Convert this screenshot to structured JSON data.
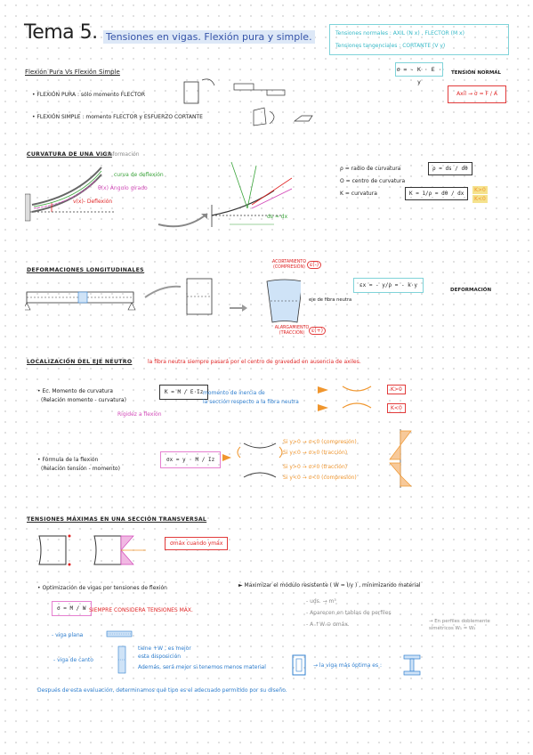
{
  "header": {
    "tema": "Tema 5.",
    "subtitle": "Tensiones en vigas. Flexión pura y simple.",
    "legend_line1": "Tensiones normales : AXIL (N x) , FLECTOR (M x)",
    "legend_line2": "Tensiones tangenciales : CORTANTE (V y)"
  },
  "s1": {
    "heading": "Flexión Pura Vs Flexión Simple",
    "pura": "• FLEXIÓN PURA : sólo momento FLECTOR",
    "simple": "• FLEXIÓN SIMPLE : momento FLECTOR y ESFUERZO CORTANTE",
    "formula_normal": "σ = - K · E · y",
    "tension_normal": "TENSIÓN NORMAL",
    "axil_formula": "Axil → σ = F / A"
  },
  "s2": {
    "heading": "CURVATURA DE UNA VIGA",
    "heading_note": "↳ deformación",
    "l_curva": "curva de deflexión",
    "l_theta": "θ(x) Ángulo girado",
    "l_v": "v(x)- Deflexión",
    "rho": "ρ = radio de curvatura",
    "rho_f": "ρ = ds / dθ",
    "o": "O = centro de curvatura",
    "k": "K = curvatura",
    "k_f": "K = 1/ρ = dθ / dx",
    "k_pos": "K>0",
    "k_neg": "K<0",
    "dsdx": "ds ≈ dx"
  },
  "s3": {
    "heading": "DEFORMACIONES LONGITUDINALES",
    "alarg": "ACORTAMIENTO (COMPRESIÓN)",
    "estir": "ALARGAMIENTO (TRACCIÓN)",
    "neutro": "eje de fibra neutra",
    "eps_f": "εx = - y/ρ = - k·y",
    "deformacion": "DEFORMACIÓN",
    "e_neg": "ε(-)",
    "e_pos": "ε(+)"
  },
  "s4": {
    "heading": "LOCALIZACIÓN DEL EJE NEUTRO",
    "heading_cont": "la fibra neutra siempre pasará por el centro de gravedad en ausencia de axiles.",
    "ec1": "• Ec. Momento de curvatura",
    "ec2": "(Relación momento - curvatura)",
    "k_f": "K = M / E·Iz",
    "mi1": "momento de inercia de",
    "mi2": "la sección respecto a la fibra neutra",
    "rig": "Rigidez a flexión",
    "kpos": "K>0",
    "kneg": "K<0",
    "f1": "• Fórmula de la flexión",
    "f2": "(Relación tensión - momento)",
    "sig_f": "σx = y · M / Iz",
    "c1": "Si y>0 → σ<0 (compresión)",
    "c2": "Si y<0 → σ>0 (tracción)",
    "c3": "Si y>0 → σ>0 (tracción)",
    "c4": "Si y<0 → σ<0 (compresión)"
  },
  "s5": {
    "heading": "TENSIONES MÁXIMAS EN UNA SECCIÓN TRANSVERSAL",
    "smax": "σmáx cuando ymáx",
    "opt": "• Optimización de vigas por tensiones de flexión",
    "opt2": "► Maximizar el módulo resistente ( W = I/y ) , minimizando material",
    "sw": "σ = M / W",
    "siempre": "SIEMPRE CONSIDERA TENSIONES MÁX.",
    "uds": "- uds. → m³",
    "tablas": "- Aparecen en tablas de perfiles",
    "wmax": "- A ↑W ⊖ σmáx.",
    "perfiles": "→ En perfiles doblemente simétricos W₁ = W₂",
    "plana": "- viga plana",
    "canto": "- viga de canto",
    "canto_note1": "tiene +W , es mejor",
    "canto_note2": "esta disposición",
    "ademas": "Además, será mejor si tenemos menos material",
    "optima": "→ la viga más óptima es :",
    "despues": "Después de esta evaluación, determinamos qué tipo es el adecuado permitido por su diseño."
  }
}
